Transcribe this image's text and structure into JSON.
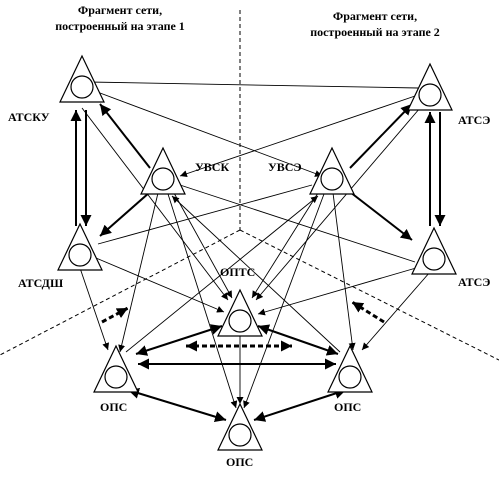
{
  "headers": {
    "left": [
      "Фрагмент сети,",
      "построенный на этапе 1"
    ],
    "right": [
      "Фрагмент сети,",
      "построенный на этапе 2"
    ]
  },
  "nodes": {
    "atsku": "АТСКУ",
    "uvsk": "УВСК",
    "uvse": "УВСЭ",
    "atse_top": "АТСЭ",
    "atsdsh": "АТСДШ",
    "opts": "ОПТС",
    "atse_bottom": "АТСЭ",
    "ops_left": "ОПС",
    "ops_right": "ОПС",
    "ops_bottom": "ОПС"
  }
}
